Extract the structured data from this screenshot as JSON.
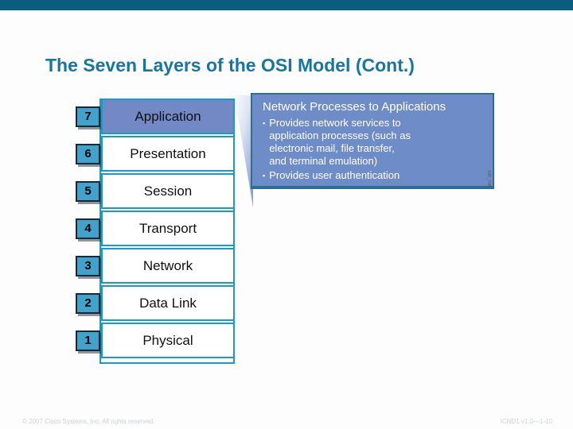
{
  "slide": {
    "title": "The Seven Layers of the OSI Model (Cont.)",
    "footer_left": "© 2007 Cisco Systems, Inc. All rights reserved.",
    "footer_right": "ICND1 v1.0—1-10"
  },
  "colors": {
    "top_bar": "#0b5d7f",
    "title_text": "#1577a1",
    "table_border": "#1b9ac6",
    "badge_fill": "#41a2cb",
    "badge_border": "#16293b",
    "highlighted_row_fill": "#7289c5",
    "callout_fill": "#6e8cc8",
    "callout_border": "#2d6e97",
    "callout_text": "#ffffff",
    "layer_text": "#101010",
    "footer_text": "#c9d2d6"
  },
  "osi_table": {
    "rows": [
      {
        "number": "7",
        "label": "Application",
        "highlighted": true
      },
      {
        "number": "6",
        "label": "Presentation",
        "highlighted": false
      },
      {
        "number": "5",
        "label": "Session",
        "highlighted": false
      },
      {
        "number": "4",
        "label": "Transport",
        "highlighted": false
      },
      {
        "number": "3",
        "label": "Network",
        "highlighted": false
      },
      {
        "number": "2",
        "label": "Data Link",
        "highlighted": false
      },
      {
        "number": "1",
        "label": "Physical",
        "highlighted": false
      }
    ]
  },
  "callout": {
    "title": "Network Processes to Applications",
    "bullets": [
      "Provides network services to\napplication processes (such as\nelectronic mail, file transfer,\nand terminal emulation)",
      "Provides user authentication"
    ],
    "bullet_marker": "▪",
    "watermark": "SIIP_748"
  }
}
